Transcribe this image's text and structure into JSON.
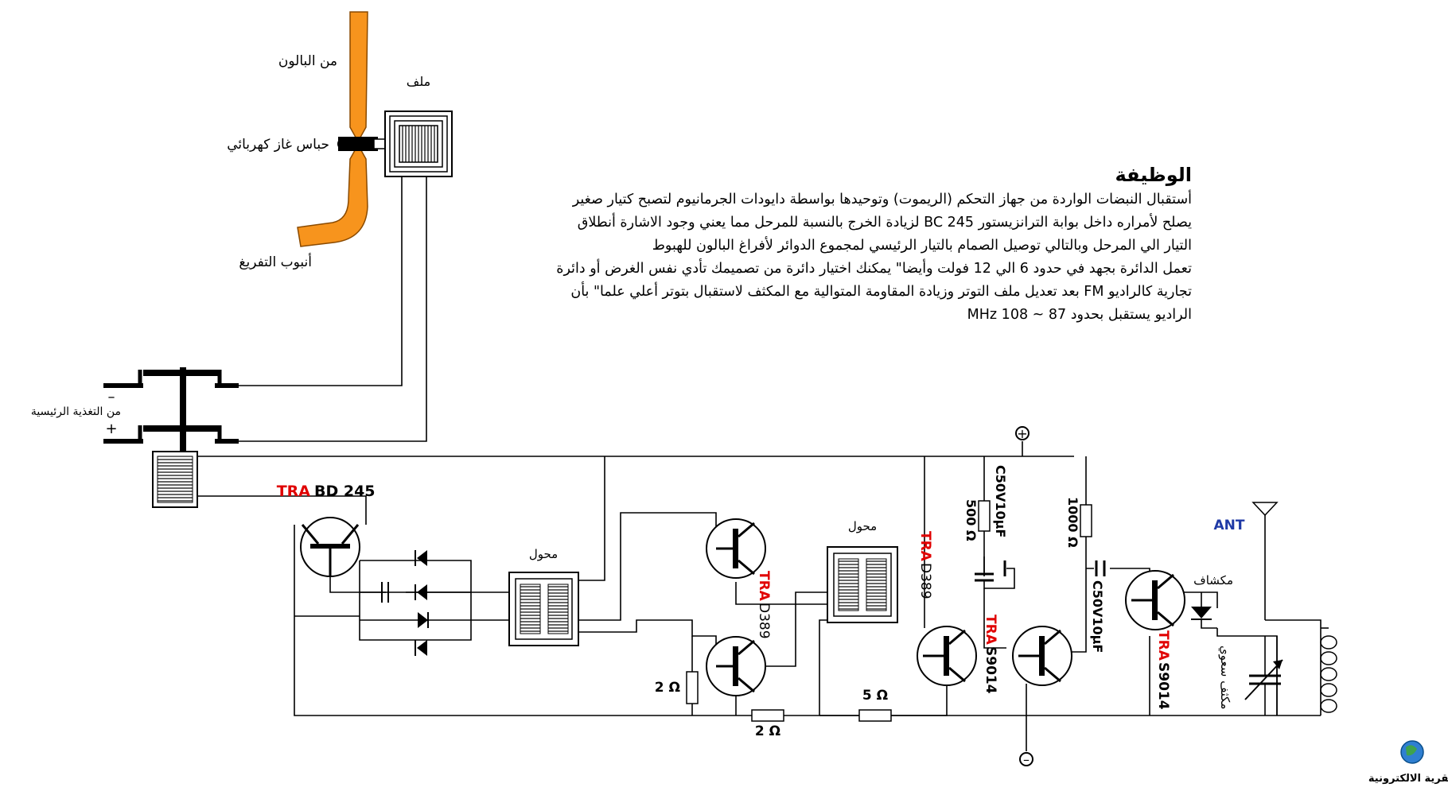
{
  "balloon_labels": {
    "from_balloon": "من البالون",
    "coil": "ملف",
    "gas_valve": "حباس غاز كهربائي",
    "discharge_tube": "أنبوب التفريغ",
    "main_supply": "من التغذية الرئيسية",
    "minus": "–",
    "plus": "+"
  },
  "description": {
    "heading": "الوظيفة",
    "lines": [
      "أستقبال النبضات الواردة من جهاز  التحكم (الريموت) وتوحيدها بواسطة دايودات الجرمانيوم  لتصبح كتيار صغير",
      "يصلح لأمراره داخل بوابة الترانزيستور  BC 245   لزيادة الخرج بالنسبة للمرحل مما يعني وجود الاشارة أنطلاق",
      "التيار الي المرحل وبالتالي توصيل الصمام بالتيار الرئيسي لمجموع الدوائر لأفراغ البالون للهبوط",
      "تعمل الدائرة بجهد  في حدود 6 الي 12 فولت وأيضا\" يمكنك اختيار دائرة من تصميمك تأدي نفس الغرض أو دائرة",
      "تجارية  كالراديو  FM  بعد تعديل ملف التوتر وزيادة المقاومة المتوالية مع المكثف لاستقبال بتوتر أعلي علما\" بأن",
      "الراديو  يستقبل بحدود   MHz 108 ~ 87"
    ]
  },
  "components": {
    "tra_prefix": "TRA",
    "bd245": "BD 245",
    "d389_a": "D389",
    "d389_b": "D389",
    "s9014_a": "S9014",
    "s9014_b": "S9014",
    "transformer_1": "محول",
    "transformer_2": "محول",
    "r500": "500 Ω",
    "r1000": "1000 Ω",
    "cap_a": "C50V10μF",
    "cap_b": "C50V10μF",
    "r2_a": "2 Ω",
    "r2_b": "2 Ω",
    "r5": "5 Ω",
    "antenna": "ANT",
    "detector": "مكشاف",
    "variable_cap": "مكثف سعوي",
    "plus_terminal": "+",
    "minus_terminal": "–"
  },
  "logo": {
    "text": "القرية الالكترونية"
  }
}
